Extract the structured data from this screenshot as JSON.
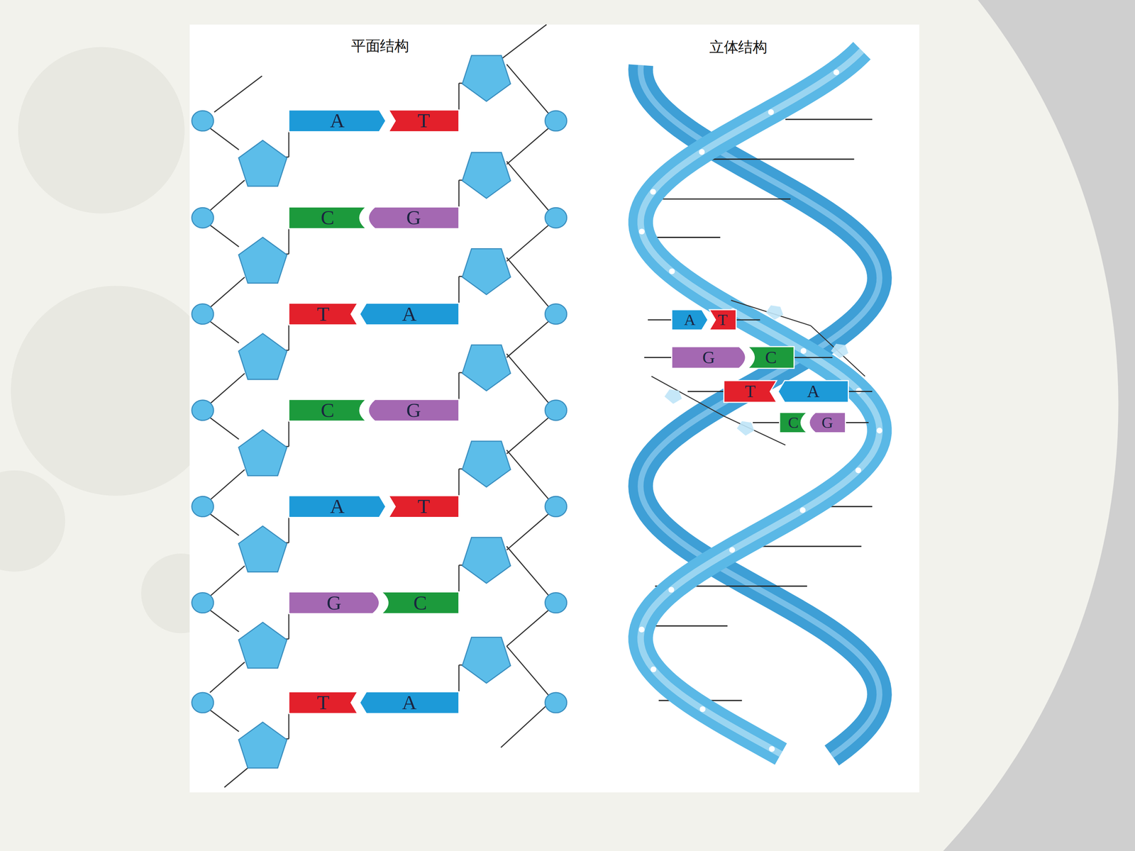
{
  "diagram": {
    "nodes": [
      {
        "text": [
          "A"
        ]
      },
      {
        "text": [
          "T"
        ]
      },
      {
        "text": [
          "C"
        ]
      },
      {
        "text": [
          "G"
        ]
      },
      {
        "text": [
          "T"
        ]
      },
      {
        "text": [
          "A"
        ]
      },
      {
        "text": [
          "C"
        ]
      },
      {
        "text": [
          "G"
        ]
      },
      {
        "text": [
          "A"
        ]
      },
      {
        "text": [
          "T"
        ]
      },
      {
        "text": [
          "G"
        ]
      },
      {
        "text": [
          "C"
        ]
      },
      {
        "text": [
          "T"
        ]
      },
      {
        "text": [
          "A"
        ]
      },
      {
        "text": [
          "A"
        ]
      },
      {
        "text": [
          "T"
        ]
      },
      {
        "text": [
          "G"
        ]
      },
      {
        "text": [
          "C"
        ]
      },
      {
        "text": [
          "T"
        ]
      },
      {
        "text": [
          "A"
        ]
      },
      {
        "text": [
          "C"
        ]
      },
      {
        "text": [
          "G"
        ]
      }
    ],
    "labels": [
      "平面结构",
      "立体结构"
    ]
  }
}
